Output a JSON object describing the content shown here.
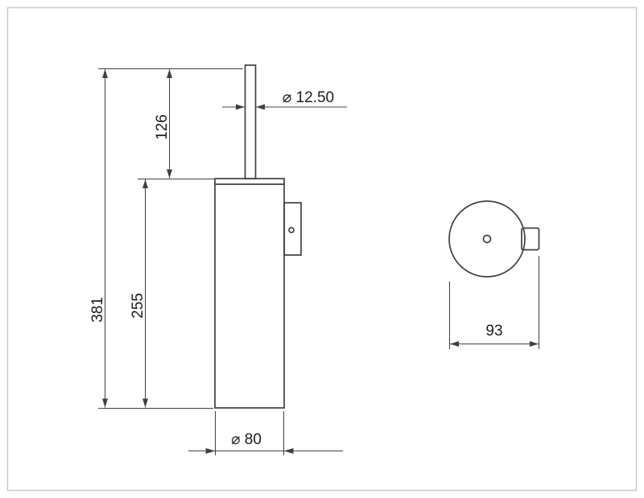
{
  "drawing": {
    "kind": "technical-dimension-drawing",
    "line_color": "#404040",
    "views": {
      "front": {
        "dims": {
          "total_height": "381",
          "handle_exposed_length": "126",
          "body_height": "255",
          "handle_diameter": "⌀ 12.50",
          "body_diameter": "⌀ 80"
        }
      },
      "top": {
        "dims": {
          "overall_depth": "93"
        }
      }
    }
  }
}
